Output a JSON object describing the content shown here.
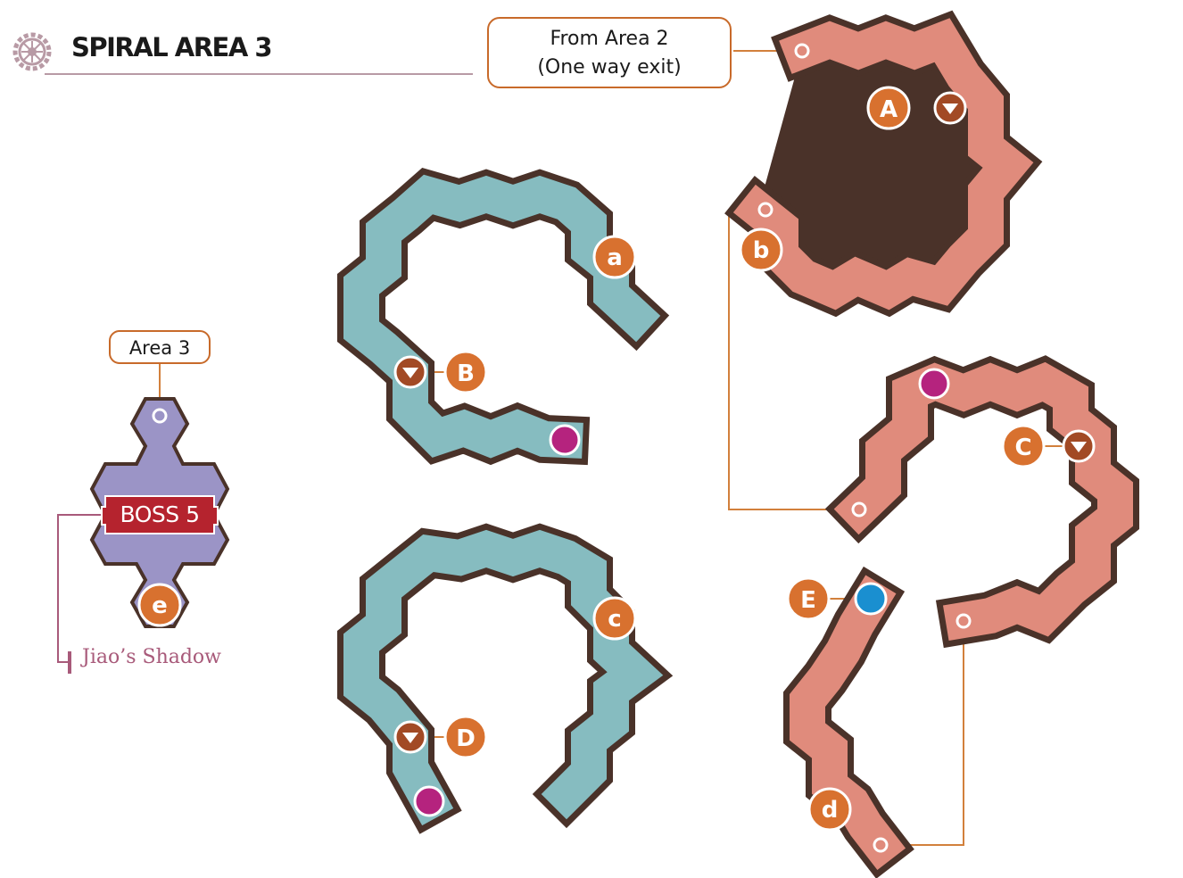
{
  "header": {
    "title": "SPIRAL AREA 3"
  },
  "callouts": {
    "from_area2_line1": "From Area 2",
    "from_area2_line2": "(One way exit)",
    "area3": "Area 3"
  },
  "boss": {
    "label": "BOSS 5",
    "name": "Jiao’s Shadow"
  },
  "markers": {
    "A": "A",
    "B": "B",
    "C": "C",
    "D": "D",
    "E": "E",
    "a": "a",
    "b": "b",
    "c": "c",
    "d": "d",
    "e": "e"
  },
  "colors": {
    "red_path": "#e08b7c",
    "teal_path": "#86bcc0",
    "outline": "#4a3229",
    "marker_orange": "#d8712f",
    "chest_brown": "#a24a25",
    "magenta_dot": "#b5237e",
    "blue_dot": "#1a8fd0",
    "boss_purple": "#9b94c6",
    "boss_red": "#b5232e",
    "link_orange": "#d2803c",
    "boss_link": "#a85a7a"
  }
}
